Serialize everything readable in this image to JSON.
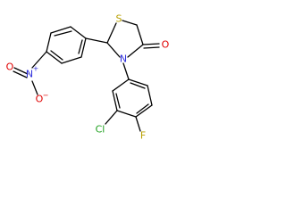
{
  "molecule": {
    "colors": {
      "bond": "#000000",
      "S": "#b8a000",
      "N": "#2f2fdc",
      "O": "#e00000",
      "Cl": "#1ea01e",
      "F": "#b8a000"
    },
    "atoms": {
      "S": "S",
      "N_ring": "N",
      "O_carbonyl": "O",
      "N_nitro": "N",
      "O_nitro_top": "O",
      "O_nitro_bottom": "O",
      "Cl": "Cl",
      "F": "F"
    },
    "charges": {
      "N_nitro": "+",
      "O_nitro_bottom": "−"
    }
  }
}
